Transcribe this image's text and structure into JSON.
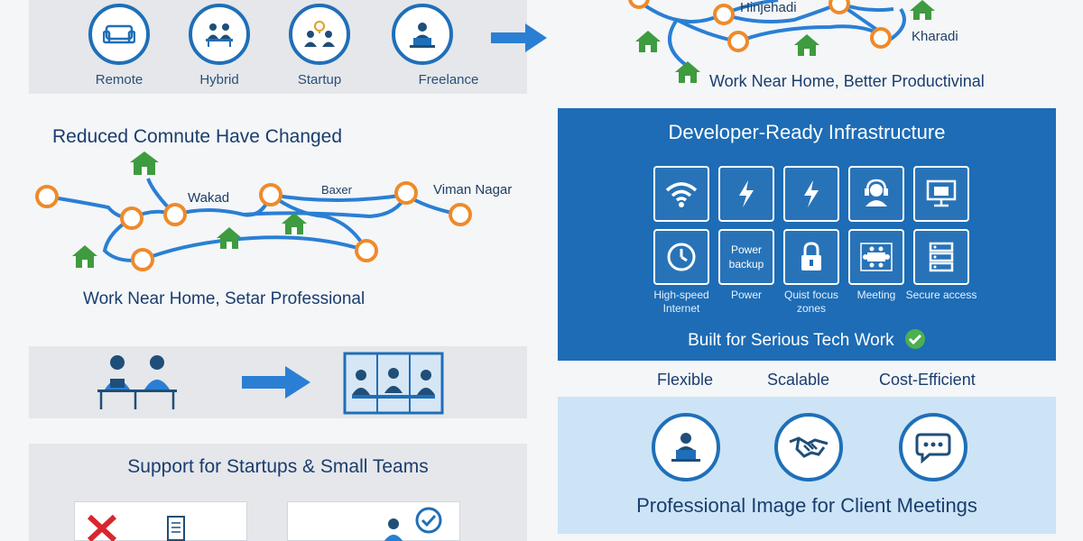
{
  "work_modes": {
    "items": [
      {
        "label": "Remote",
        "icon": "sofa-icon"
      },
      {
        "label": "Hybrid",
        "icon": "people-desk-icon"
      },
      {
        "label": "Startup",
        "icon": "lightbulb-team-icon"
      },
      {
        "label": "Freelance",
        "icon": "laptop-worker-icon"
      }
    ]
  },
  "top_map": {
    "labels": [
      "Hinjehadi",
      "Kharadi"
    ],
    "caption": "Work Near Home, Better Productivinal"
  },
  "commute": {
    "title": "Reduced Comnute Have Changed",
    "labels": [
      "Wakad",
      "Baxer",
      "Viman Nagar"
    ],
    "caption": "Work Near Home, Setar Professional"
  },
  "infrastructure": {
    "title": "Developer-Ready Infrastructure",
    "tiles_row1": [
      {
        "icon": "wifi-icon"
      },
      {
        "icon": "lightning-icon"
      },
      {
        "icon": "lightning-icon"
      },
      {
        "icon": "headset-icon"
      },
      {
        "icon": "monitor-icon"
      }
    ],
    "tiles_row2": [
      {
        "icon": "clock-icon",
        "text": ""
      },
      {
        "icon": "",
        "text": "Power backup"
      },
      {
        "icon": "lock-icon",
        "text": ""
      },
      {
        "icon": "meeting-table-icon",
        "text": ""
      },
      {
        "icon": "server-icon",
        "text": ""
      }
    ],
    "captions": [
      "High-speed Internet",
      "Power",
      "Quist focus zones",
      "Meeting",
      "Secure access"
    ],
    "footer": "Built for Serious Tech Work"
  },
  "qualities": [
    "Flexible",
    "Scalable",
    "Cost-Efficient"
  ],
  "client": {
    "title": "Professional Image for Client Meetings",
    "icons": [
      "laptop-user-icon",
      "handshake-icon",
      "chat-bubble-icon"
    ]
  },
  "startups": {
    "title": "Support for Startups & Small Teams"
  },
  "colors": {
    "primary": "#1d6cb5",
    "route": "#2a7fd4",
    "node": "#ef8a2a",
    "house": "#3f9b3f",
    "check": "#4caf50",
    "cross": "#d9262e"
  }
}
